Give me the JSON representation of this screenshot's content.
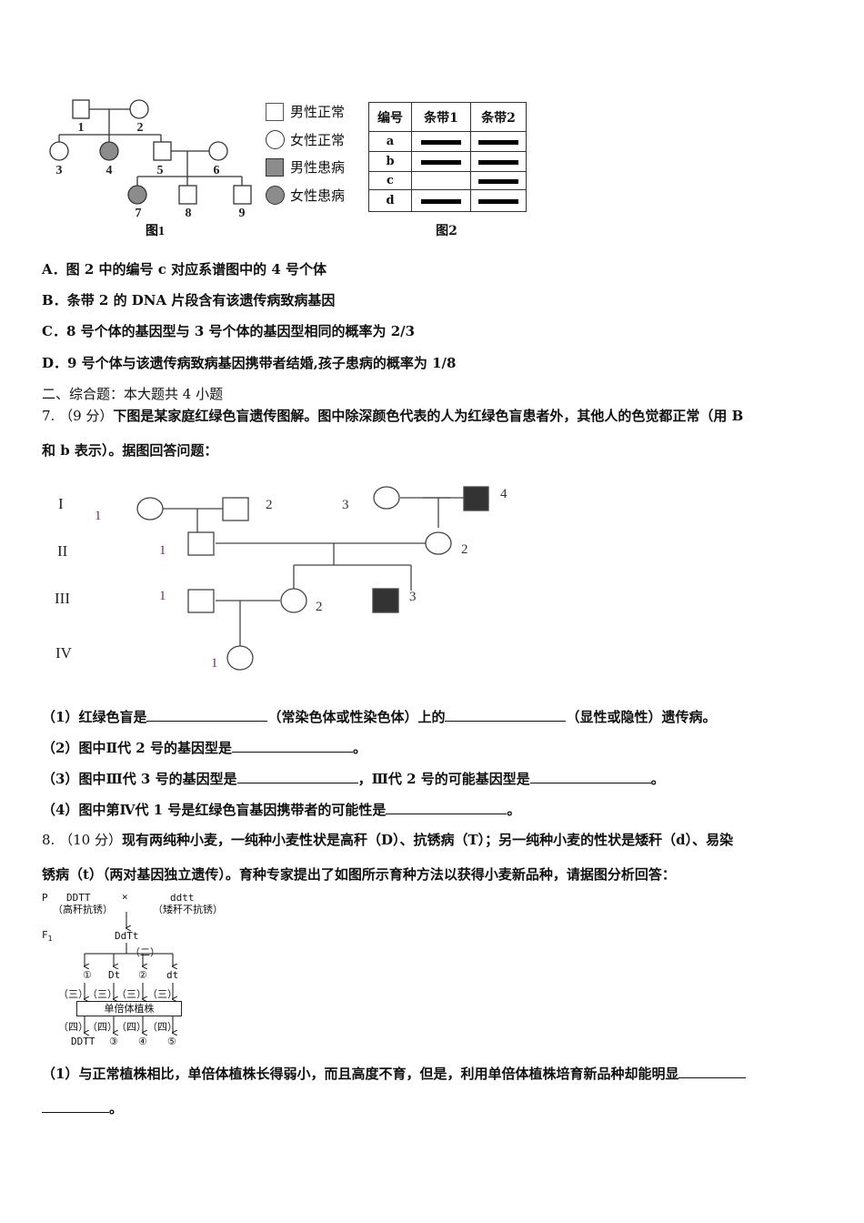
{
  "figure1": {
    "caption": "图1",
    "individuals": [
      {
        "id": "1",
        "sex": "male",
        "affected": false
      },
      {
        "id": "2",
        "sex": "female",
        "affected": false
      },
      {
        "id": "3",
        "sex": "female",
        "affected": false
      },
      {
        "id": "4",
        "sex": "female",
        "affected": true
      },
      {
        "id": "5",
        "sex": "male",
        "affected": false
      },
      {
        "id": "6",
        "sex": "female",
        "affected": false
      },
      {
        "id": "7",
        "sex": "female",
        "affected": true
      },
      {
        "id": "8",
        "sex": "male",
        "affected": false
      },
      {
        "id": "9",
        "sex": "male",
        "affected": false
      }
    ],
    "legend": [
      {
        "label": "男性正常",
        "shape": "square",
        "filled": false
      },
      {
        "label": "女性正常",
        "shape": "circle",
        "filled": false
      },
      {
        "label": "男性患病",
        "shape": "square",
        "filled": true
      },
      {
        "label": "女性患病",
        "shape": "circle",
        "filled": true
      }
    ],
    "affected_color": "#8c8c8c"
  },
  "figure2": {
    "caption": "图2",
    "headers": [
      "编号",
      "条带1",
      "条带2"
    ],
    "rows": [
      {
        "id": "a",
        "band1": true,
        "band2": true
      },
      {
        "id": "b",
        "band1": true,
        "band2": true
      },
      {
        "id": "c",
        "band1": false,
        "band2": true
      },
      {
        "id": "d",
        "band1": true,
        "band2": true
      }
    ]
  },
  "options": [
    {
      "letter": "A．",
      "text": "图 2 中的编号 c 对应系谱图中的 4 号个体"
    },
    {
      "letter": "B．",
      "text": "条带 2 的 DNA 片段含有该遗传病致病基因"
    },
    {
      "letter": "C．",
      "text": "8 号个体的基因型与 3 号个体的基因型相同的概率为 2/3"
    },
    {
      "letter": "D．",
      "text": "9 号个体与该遗传病致病基因携带者结婚,孩子患病的概率为 1/8"
    }
  ],
  "section_heading": "二、综合题：本大题共 4 小题",
  "q7": {
    "number": "7.",
    "score": "（9 分）",
    "stem_line1": "下图是某家庭红绿色盲遗传图解。图中除深颜色代表的人为红绿色盲患者外，其他人的色觉都正常（用 B",
    "stem_line2": "和 b 表示）。据图回答问题：",
    "pedigree": {
      "generations": [
        "I",
        "II",
        "III",
        "IV"
      ],
      "labels": {
        "I1": "1",
        "I2": "2",
        "I3": "3",
        "I4": "4",
        "II1": "1",
        "II2": "2",
        "III1": "1",
        "III2": "2",
        "III3": "3",
        "IV1": "1"
      },
      "affected_color": "#333333"
    },
    "sub": [
      {
        "n": "（1）",
        "parts": [
          "红绿色盲是",
          "（常染色体或性染色体）上的",
          "（显性或隐性）遗传病。"
        ]
      },
      {
        "n": "（2）",
        "parts": [
          "图中Ⅱ代 2 号的基因型是",
          "。"
        ]
      },
      {
        "n": "（3）",
        "parts": [
          "图中Ⅲ代 3 号的基因型是",
          "，Ⅲ代 2 号的可能基因型是",
          "。"
        ]
      },
      {
        "n": "（4）",
        "parts": [
          "图中第Ⅳ代 1 号是红绿色盲基因携带者的可能性是",
          "。"
        ]
      }
    ]
  },
  "q8": {
    "number": "8.",
    "score": "（10 分）",
    "stem_line1": "现有两纯种小麦，一纯种小麦性状是高秆（D）、抗锈病（T）；另一纯种小麦的性状是矮秆（d）、易染",
    "stem_line2": "锈病（t）（两对基因独立遗传）。育种专家提出了如图所示育种方法以获得小麦新品种，请据图分析回答：",
    "diagram": {
      "P_label": "P",
      "parent1": "DDTT",
      "parent1_trait": "（高秆抗锈）",
      "cross": "×",
      "parent2": "ddtt",
      "parent2_trait": "（矮秆不抗锈）",
      "F1_label": "F",
      "F1_sub": "1",
      "F1": "DdTt",
      "step2": "（二）",
      "gametes": [
        "①",
        "Dt",
        "②",
        "dt"
      ],
      "step3": "（三）",
      "haploid_box": "单倍体植株",
      "step4": "（四）",
      "results": [
        "DDTT",
        "③",
        "④",
        "⑤"
      ]
    },
    "sub1": {
      "n": "（1）",
      "text": "与正常植株相比，单倍体植株长得弱小，而且高度不育，但是，利用单倍体植株培育新品种却能明显",
      "end": "。"
    }
  }
}
